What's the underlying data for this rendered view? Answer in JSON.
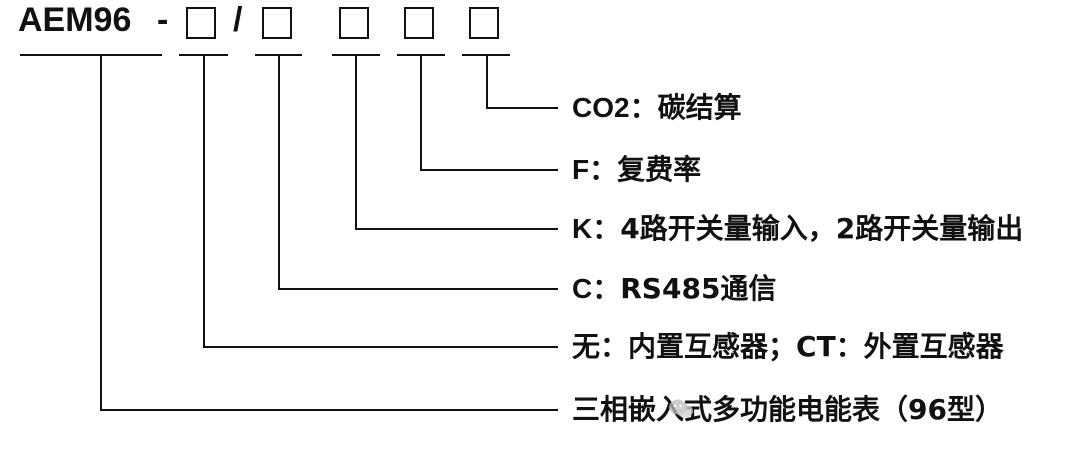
{
  "model": {
    "prefix": "AEM96",
    "dash": "-",
    "slash": "/"
  },
  "labels": [
    {
      "code": "CO2",
      "sep": "：",
      "desc": "碳结算"
    },
    {
      "code": "F",
      "sep": "：",
      "desc": "复费率"
    },
    {
      "code": "K",
      "sep": "：",
      "desc": "4路开关量输入，2路开关量输出"
    },
    {
      "code": "C",
      "sep": "：",
      "desc": "RS485通信"
    },
    {
      "code": "无",
      "sep": "：",
      "desc": "内置互感器；CT：外置互感器"
    },
    {
      "code": "",
      "sep": "",
      "desc": "三相嵌入式多功能电能表（96型）"
    }
  ],
  "colors": {
    "line": "#111111",
    "text": "#111111"
  },
  "watermark_icon": "wechat-icon"
}
